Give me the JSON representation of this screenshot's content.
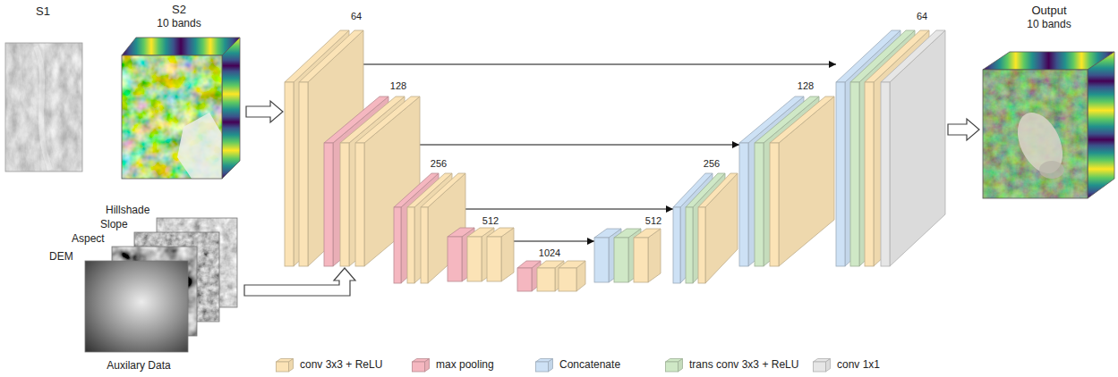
{
  "diagram": {
    "nodes": [
      {
        "text": [
          "S1"
        ]
      },
      {
        "text": [
          "S2",
          "10 bands"
        ]
      },
      {
        "text": [
          "Hillshade",
          "Slope",
          "Aspect",
          "DEM",
          "Auxilary Data"
        ]
      },
      {
        "text": [
          "64"
        ]
      },
      {
        "text": [
          "128"
        ]
      },
      {
        "text": [
          "256"
        ]
      },
      {
        "text": [
          "512"
        ]
      },
      {
        "text": [
          "1024"
        ]
      },
      {
        "text": [
          "512"
        ]
      },
      {
        "text": [
          "256"
        ]
      },
      {
        "text": [
          "128"
        ]
      },
      {
        "text": [
          "64"
        ]
      },
      {
        "text": [
          "Output",
          "10 bands"
        ]
      }
    ],
    "edges": [
      {
        "from": 1,
        "to": 3,
        "arrow": "to"
      },
      {
        "from": 2,
        "to": 4,
        "arrow": "to"
      },
      {
        "from": 3,
        "to": 11,
        "arrow": "to"
      },
      {
        "from": 4,
        "to": 10,
        "arrow": "to"
      },
      {
        "from": 5,
        "to": 9,
        "arrow": "to"
      },
      {
        "from": 6,
        "to": 8,
        "arrow": "to"
      },
      {
        "from": 11,
        "to": 12,
        "arrow": "to"
      }
    ],
    "legend": [
      {
        "text": "conv 3x3 + ReLU",
        "color": "#fbe3b6"
      },
      {
        "text": "max pooling",
        "color": "#f5b7c0"
      },
      {
        "text": "Concatenate",
        "color": "#cde1f5"
      },
      {
        "text": "trans conv 3x3 + ReLU",
        "color": "#cfe8c6"
      },
      {
        "text": "conv 1x1",
        "color": "#e6e6e6"
      }
    ]
  }
}
